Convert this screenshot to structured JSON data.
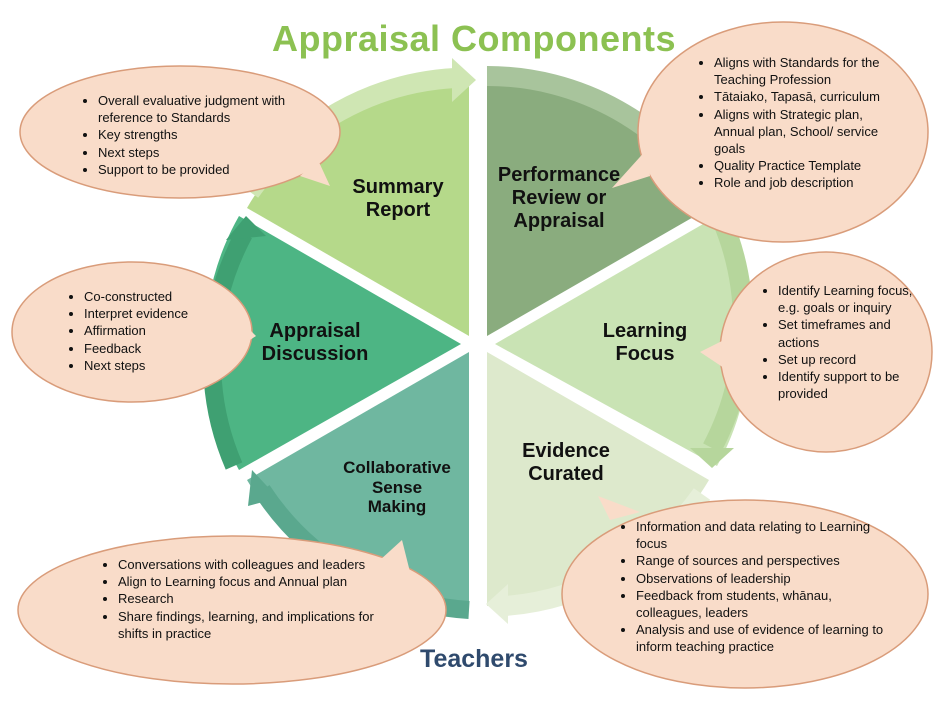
{
  "title": "Appraisal Components",
  "footer": "Teachers",
  "colors": {
    "title": "#8cc152",
    "footer": "#2f4a6d",
    "bubble_fill": "#f9dcc9",
    "bubble_stroke": "#d99c7a",
    "segment_summary": "#b5d98a",
    "segment_performance": "#8aac7e",
    "segment_learning": "#c9e3b4",
    "segment_evidence": "#dde9cc",
    "segment_collaborative": "#6fb7a0",
    "segment_discussion": "#4db584"
  },
  "segments": {
    "summary": [
      "Summary",
      "Report"
    ],
    "performance": [
      "Performance",
      "Review or",
      "Appraisal"
    ],
    "learning": [
      "Learning",
      "Focus"
    ],
    "evidence": [
      "Evidence",
      "Curated"
    ],
    "collaborative": [
      "Collaborative",
      "Sense",
      "Making"
    ],
    "discussion": [
      "Appraisal",
      "Discussion"
    ]
  },
  "bubbles": {
    "summary": [
      "Overall evaluative judgment with reference to Standards",
      "Key strengths",
      "Next steps",
      "Support  to be provided"
    ],
    "performance": [
      "Aligns with Standards for the Teaching Profession",
      "Tātaiako, Tapasā, curriculum",
      "Aligns with Strategic plan, Annual plan, School/ service goals",
      "Quality Practice Template",
      "Role and job description"
    ],
    "learning": [
      "Identify Learning focus, e.g. goals or inquiry",
      "Set timeframes and actions",
      "Set up record",
      "Identify support to be provided"
    ],
    "evidence": [
      "Information and data relating to Learning focus",
      "Range of sources and perspectives",
      "Observations of leadership",
      "Feedback from students, whānau, colleagues, leaders",
      "Analysis and use of evidence of learning to inform teaching practice"
    ],
    "collaborative": [
      "Conversations with colleagues and leaders",
      "Align to Learning focus and Annual plan",
      "Research",
      "Share findings, learning, and implications for shifts in practice"
    ],
    "discussion": [
      "Co-constructed",
      "Interpret evidence",
      "Affirmation",
      "Feedback",
      "Next steps"
    ]
  }
}
